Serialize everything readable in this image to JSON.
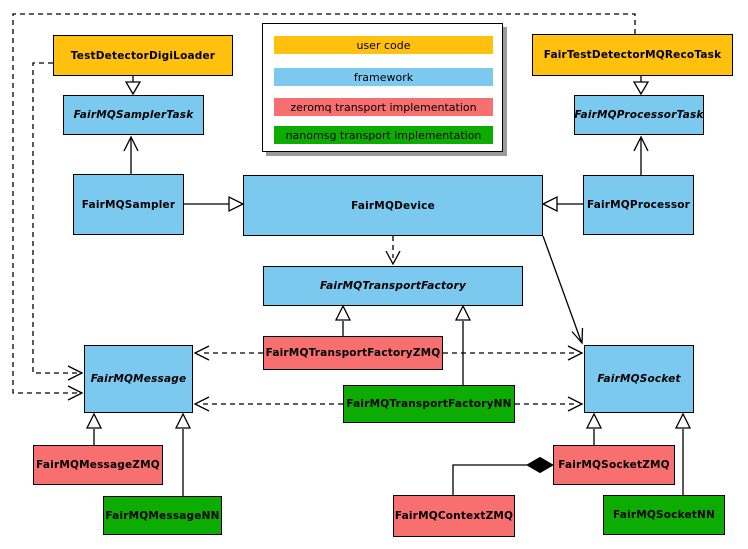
{
  "diagram_type": "uml-class-diagram",
  "legend": {
    "items": [
      {
        "label": "user code",
        "color": "#FFC10D"
      },
      {
        "label": "framework",
        "color": "#7CC9EF"
      },
      {
        "label": "zeromq transport implementation",
        "color": "#F7706F"
      },
      {
        "label": "nanomsg transport implementation",
        "color": "#0CAD00"
      }
    ]
  },
  "nodes": {
    "testDetectorDigiLoader": {
      "label": "TestDetectorDigiLoader",
      "category": "user code",
      "color": "#FFC10D",
      "abstract": false
    },
    "fairTestDetectorMQRecoTask": {
      "label": "FairTestDetectorMQRecoTask",
      "category": "user code",
      "color": "#FFC10D",
      "abstract": false
    },
    "fairMQSamplerTask": {
      "label": "FairMQSamplerTask",
      "category": "framework",
      "color": "#7CC9EF",
      "abstract": true
    },
    "fairMQProcessorTask": {
      "label": "FairMQProcessorTask",
      "category": "framework",
      "color": "#7CC9EF",
      "abstract": true
    },
    "fairMQSampler": {
      "label": "FairMQSampler",
      "category": "framework",
      "color": "#7CC9EF",
      "abstract": false
    },
    "fairMQDevice": {
      "label": "FairMQDevice",
      "category": "framework",
      "color": "#7CC9EF",
      "abstract": false
    },
    "fairMQProcessor": {
      "label": "FairMQProcessor",
      "category": "framework",
      "color": "#7CC9EF",
      "abstract": false
    },
    "fairMQTransportFactory": {
      "label": "FairMQTransportFactory",
      "category": "framework",
      "color": "#7CC9EF",
      "abstract": true
    },
    "fairMQTransportFactoryZMQ": {
      "label": "FairMQTransportFactoryZMQ",
      "category": "zeromq transport implementation",
      "color": "#F7706F",
      "abstract": false
    },
    "fairMQTransportFactoryNN": {
      "label": "FairMQTransportFactoryNN",
      "category": "nanomsg transport implementation",
      "color": "#0CAD00",
      "abstract": false
    },
    "fairMQMessage": {
      "label": "FairMQMessage",
      "category": "framework",
      "color": "#7CC9EF",
      "abstract": true
    },
    "fairMQSocket": {
      "label": "FairMQSocket",
      "category": "framework",
      "color": "#7CC9EF",
      "abstract": true
    },
    "fairMQMessageZMQ": {
      "label": "FairMQMessageZMQ",
      "category": "zeromq transport implementation",
      "color": "#F7706F",
      "abstract": false
    },
    "fairMQMessageNN": {
      "label": "FairMQMessageNN",
      "category": "nanomsg transport implementation",
      "color": "#0CAD00",
      "abstract": false
    },
    "fairMQSocketZMQ": {
      "label": "FairMQSocketZMQ",
      "category": "zeromq transport implementation",
      "color": "#F7706F",
      "abstract": false
    },
    "fairMQSocketNN": {
      "label": "FairMQSocketNN",
      "category": "nanomsg transport implementation",
      "color": "#0CAD00",
      "abstract": false
    },
    "fairMQContextZMQ": {
      "label": "FairMQContextZMQ",
      "category": "zeromq transport implementation",
      "color": "#F7706F",
      "abstract": false
    }
  },
  "edges": [
    {
      "from": "TestDetectorDigiLoader",
      "to": "FairMQSamplerTask",
      "type": "inheritance",
      "line": "solid"
    },
    {
      "from": "FairMQSampler",
      "to": "FairMQSamplerTask",
      "type": "association",
      "line": "solid"
    },
    {
      "from": "FairMQSampler",
      "to": "FairMQDevice",
      "type": "inheritance",
      "line": "solid"
    },
    {
      "from": "FairTestDetectorMQRecoTask",
      "to": "FairMQProcessorTask",
      "type": "inheritance",
      "line": "solid"
    },
    {
      "from": "FairMQProcessor",
      "to": "FairMQProcessorTask",
      "type": "association",
      "line": "solid"
    },
    {
      "from": "FairMQProcessor",
      "to": "FairMQDevice",
      "type": "inheritance",
      "line": "solid"
    },
    {
      "from": "FairMQDevice",
      "to": "FairMQTransportFactory",
      "type": "dependency",
      "line": "dashed"
    },
    {
      "from": "FairMQDevice",
      "to": "FairMQSocket",
      "type": "association",
      "line": "solid"
    },
    {
      "from": "FairMQTransportFactoryZMQ",
      "to": "FairMQTransportFactory",
      "type": "inheritance",
      "line": "solid"
    },
    {
      "from": "FairMQTransportFactoryNN",
      "to": "FairMQTransportFactory",
      "type": "inheritance",
      "line": "solid"
    },
    {
      "from": "FairMQTransportFactoryZMQ",
      "to": "FairMQMessage",
      "type": "dependency",
      "line": "dashed"
    },
    {
      "from": "FairMQTransportFactoryZMQ",
      "to": "FairMQSocket",
      "type": "dependency",
      "line": "dashed"
    },
    {
      "from": "FairMQTransportFactoryNN",
      "to": "FairMQMessage",
      "type": "dependency",
      "line": "dashed"
    },
    {
      "from": "FairMQTransportFactoryNN",
      "to": "FairMQSocket",
      "type": "dependency",
      "line": "dashed"
    },
    {
      "from": "TestDetectorDigiLoader",
      "to": "FairMQMessage",
      "type": "dependency",
      "line": "dashed"
    },
    {
      "from": "FairTestDetectorMQRecoTask",
      "to": "FairMQMessage",
      "type": "dependency",
      "line": "dashed"
    },
    {
      "from": "FairMQMessageZMQ",
      "to": "FairMQMessage",
      "type": "inheritance",
      "line": "solid"
    },
    {
      "from": "FairMQMessageNN",
      "to": "FairMQMessage",
      "type": "inheritance",
      "line": "solid"
    },
    {
      "from": "FairMQSocketZMQ",
      "to": "FairMQSocket",
      "type": "inheritance",
      "line": "solid"
    },
    {
      "from": "FairMQSocketNN",
      "to": "FairMQSocket",
      "type": "inheritance",
      "line": "solid"
    },
    {
      "from": "FairMQContextZMQ",
      "to": "FairMQSocketZMQ",
      "type": "composition",
      "line": "solid"
    }
  ]
}
